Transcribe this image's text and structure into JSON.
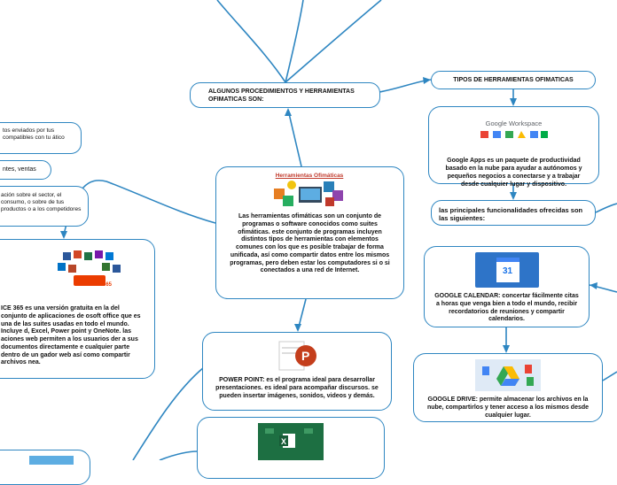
{
  "colors": {
    "line": "#2e86c1",
    "border": "#2e86c1"
  },
  "center": {
    "image_title": "Herramientas Ofimáticas",
    "text": "Las herramientas ofimáticas son un conjunto de programas o software conocidos como suites ofimáticas. este conjunto de programas incluyen distintos tipos de herramientas con elementos comunes con los que es posible trabajar de forma unificada, así como compartir datos entre los mismos programas, pero deben estar los computadores si o si conectados a una red de Internet."
  },
  "procedimientos": {
    "text": "ALGUNOS PROCEDIMIENTOS Y HERRAMIENTAS OFIMATICAS SON:"
  },
  "tipos": {
    "text": "TIPOS DE HERRAMIENTAS OFIMATICAS"
  },
  "google_apps": {
    "logo_text": "Google Workspace",
    "text": "Google Apps es un paquete de productividad basado en la nube para ayudar a autónomos y pequeños negocios a conectarse y a trabajar desde cualquier lugar y dispositivo."
  },
  "funcionalidades": {
    "text": "las principales funcionalidades ofrecidas son las siguientes:"
  },
  "calendar": {
    "icon_number": "31",
    "text": "GOOGLE CALENDAR: concertar fácilmente citas a horas que venga bien a todo el mundo, recibir recordatorios de reuniones  y compartir calendarios."
  },
  "drive": {
    "text": "GOOGLE DRIVE: permite almacenar los archivos en la nube, compartirlos y tener acceso a los mismos desde cualquier lugar."
  },
  "powerpoint": {
    "text": "POWER POINT: es el programa ideal para desarrollar presentaciones. es ideal para acompañar discursos. se pueden insertar imágenes, sonidos, videos y demás."
  },
  "office365": {
    "logo_text": "Office365",
    "text": "ICE 365 es una versión gratuita en la del conjunto de aplicaciones de osoft office que es una de las suites usadas en todo el mundo. Incluye d, Excel,  Power point y OneNote. las aciones web permiten a los usuarios der a sus documentos directamente e cualquier parte dentro de un gador web así como compartir archivos nea."
  },
  "left_top": {
    "text": "tos enviados por tus compatibles con tu ático"
  },
  "left_ventas": {
    "text": "ntes, ventas"
  },
  "left_sector": {
    "text": "ación sobre el sector, el consumo, o sobre de tus productos o a los competidores"
  }
}
